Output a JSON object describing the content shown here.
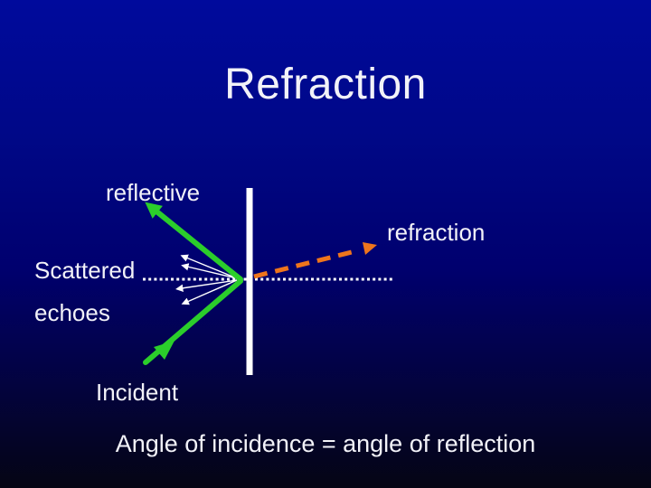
{
  "slide": {
    "title": "Refraction",
    "caption": "Angle of incidence = angle of reflection"
  },
  "diagram": {
    "labels": {
      "reflective": "reflective",
      "refraction": "refraction",
      "scattered": "Scattered",
      "echoes": "echoes",
      "incident": "Incident"
    }
  },
  "colors": {
    "background_top": "#000a9c",
    "background_mid": "#00006e",
    "background_bottom": "#050514",
    "text": "#f2f2f8",
    "ray_green": "#2bce2b",
    "ray_orange": "#ee751c",
    "surface": "#ffffff"
  }
}
